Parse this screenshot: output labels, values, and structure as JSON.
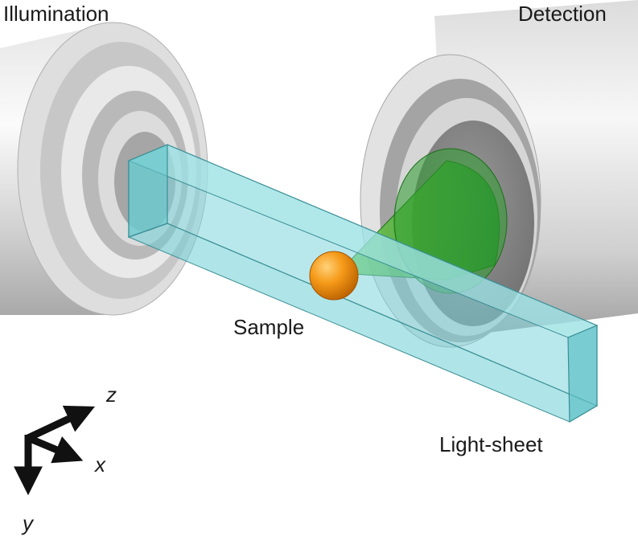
{
  "labels": {
    "illumination": "Illumination",
    "detection": "Detection",
    "sample": "Sample",
    "light_sheet": "Light-sheet"
  },
  "axes": {
    "z": "z",
    "x": "x",
    "y": "y"
  },
  "colors": {
    "housing_light": "#f2f2f2",
    "housing_mid": "#c9c9c9",
    "housing_dark": "#8a8a8a",
    "light_sheet": "#7fd6dc",
    "detection_cone": "#2fa82f",
    "sample": "#f08c10"
  }
}
